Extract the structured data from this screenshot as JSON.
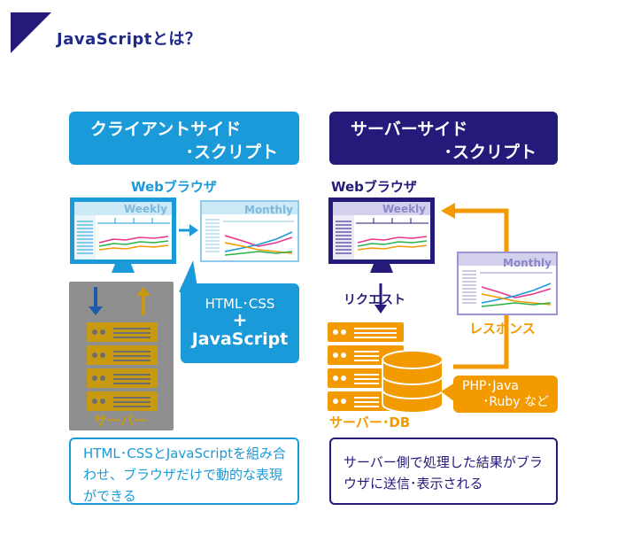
{
  "page": {
    "title": "JavaScriptとは？"
  },
  "client": {
    "banner_line1": "クライアントサイド",
    "banner_line2": "･スクリプト",
    "browser_label": "Webブラウザ",
    "weekly_label": "Weekly",
    "monthly_label": "Monthly",
    "code_line1": "HTML･CSS",
    "code_plus": "+",
    "code_line2": "JavaScript",
    "server_label": "サーバー",
    "description": "HTML･CSSとJavaScriptを組み合わせ、ブラウザだけで動的な表現ができる"
  },
  "server": {
    "banner_line1": "サーバーサイド",
    "banner_line2": "･スクリプト",
    "browser_label": "Webブラウザ",
    "weekly_label": "Weekly",
    "monthly_label": "Monthly",
    "request_label": "リクエスト",
    "response_label": "レスポンス",
    "server_db_label": "サーバー･DB",
    "lang_line1": "PHP･Java",
    "lang_line2": "･Ruby など",
    "description": "サーバー側で処理した結果がブラウザに送信･表示される"
  },
  "colors": {
    "client_blue": "#1a9ad8",
    "server_navy": "#231a7a",
    "orange": "#f39a00",
    "gold": "#c89a12",
    "gray_panel": "#8f8f8f",
    "title_navy": "#1f2a8a"
  }
}
